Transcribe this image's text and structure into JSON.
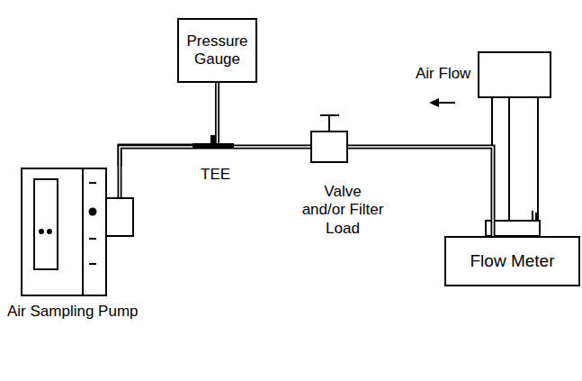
{
  "diagram": {
    "nodes": [
      {
        "text": [
          "Pressure Gauge"
        ]
      },
      {
        "text": [
          "Air Sampling Pump"
        ]
      },
      {
        "text": [
          "Valve and/or Filter Load"
        ]
      },
      {
        "text": [
          "Flow Meter"
        ]
      }
    ],
    "edges": [
      {
        "from": 0,
        "to": 1,
        "arrow": "none"
      },
      {
        "from": 2,
        "to": 1,
        "arrow": "none"
      },
      {
        "from": 3,
        "to": 2,
        "arrow": "none"
      }
    ],
    "labels": [
      "TEE",
      "Air Flow"
    ]
  }
}
